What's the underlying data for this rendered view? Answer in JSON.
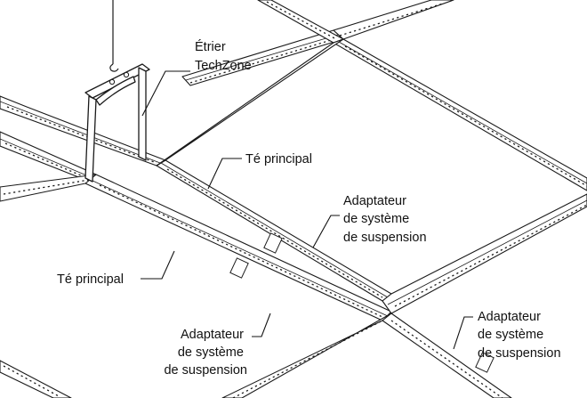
{
  "labels": {
    "bracket_line1": "Étrier",
    "bracket_line2": "TechZone",
    "main_tee_upper": "Té principal",
    "main_tee_left": "Té principal",
    "adapter_upper_line1": "Adaptateur",
    "adapter_upper_line2": "de système",
    "adapter_upper_line3": "de suspension",
    "adapter_lower_line1": "Adaptateur",
    "adapter_lower_line2": "de système",
    "adapter_lower_line3": "de suspension",
    "adapter_right_line1": "Adaptateur",
    "adapter_right_line2": "de système",
    "adapter_right_line3": "de suspension"
  }
}
